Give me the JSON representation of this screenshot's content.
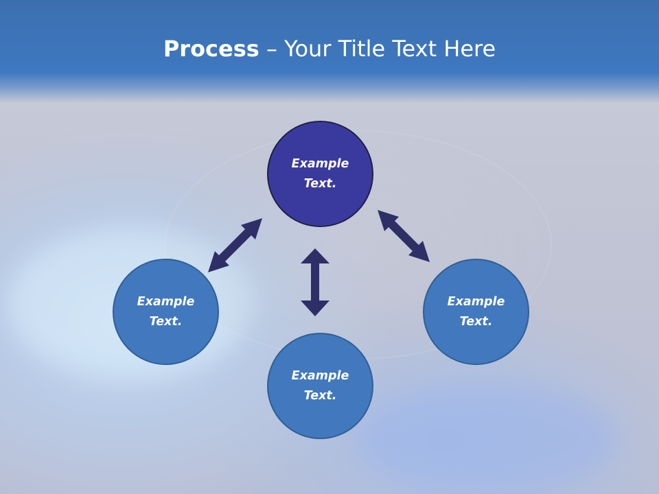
{
  "slide": {
    "title_bold": "Process",
    "title_rest": " – Your Title Text Here"
  },
  "nodes": {
    "top": {
      "line1": "Example",
      "line2": "Text."
    },
    "left": {
      "line1": "Example",
      "line2": "Text."
    },
    "bottom": {
      "line1": "Example",
      "line2": "Text."
    },
    "right": {
      "line1": "Example",
      "line2": "Text."
    }
  },
  "colors": {
    "header": "#3e78c0",
    "top_node": "#3a3a9e",
    "node": "#4278bd",
    "arrow": "#2e2f66"
  }
}
